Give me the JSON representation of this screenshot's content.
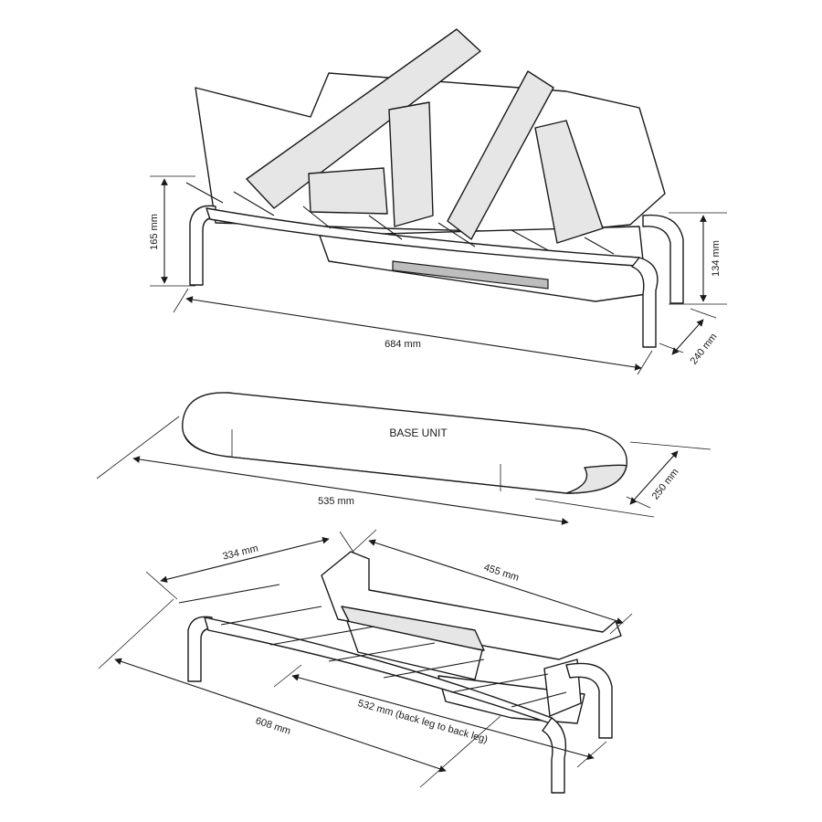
{
  "views": {
    "assembled": {
      "height_front": "165 mm",
      "height_back": "134 mm",
      "width": "684 mm",
      "depth": "240 mm"
    },
    "base_unit": {
      "label": "BASE UNIT",
      "length": "535 mm",
      "depth": "250 mm"
    },
    "frame": {
      "top_depth": "334 mm",
      "top_length": "455 mm",
      "front_width": "608 mm",
      "back_width": "532 mm (back leg to back leg)"
    }
  }
}
